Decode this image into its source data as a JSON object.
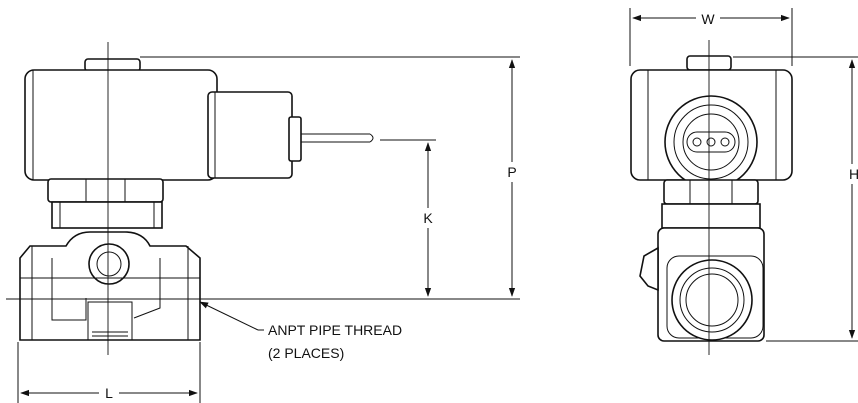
{
  "dimensions": {
    "w": "W",
    "h": "H",
    "p": "P",
    "k": "K",
    "l": "L"
  },
  "note": {
    "line1": "ANPT PIPE THREAD",
    "line2": "(2 PLACES)"
  }
}
